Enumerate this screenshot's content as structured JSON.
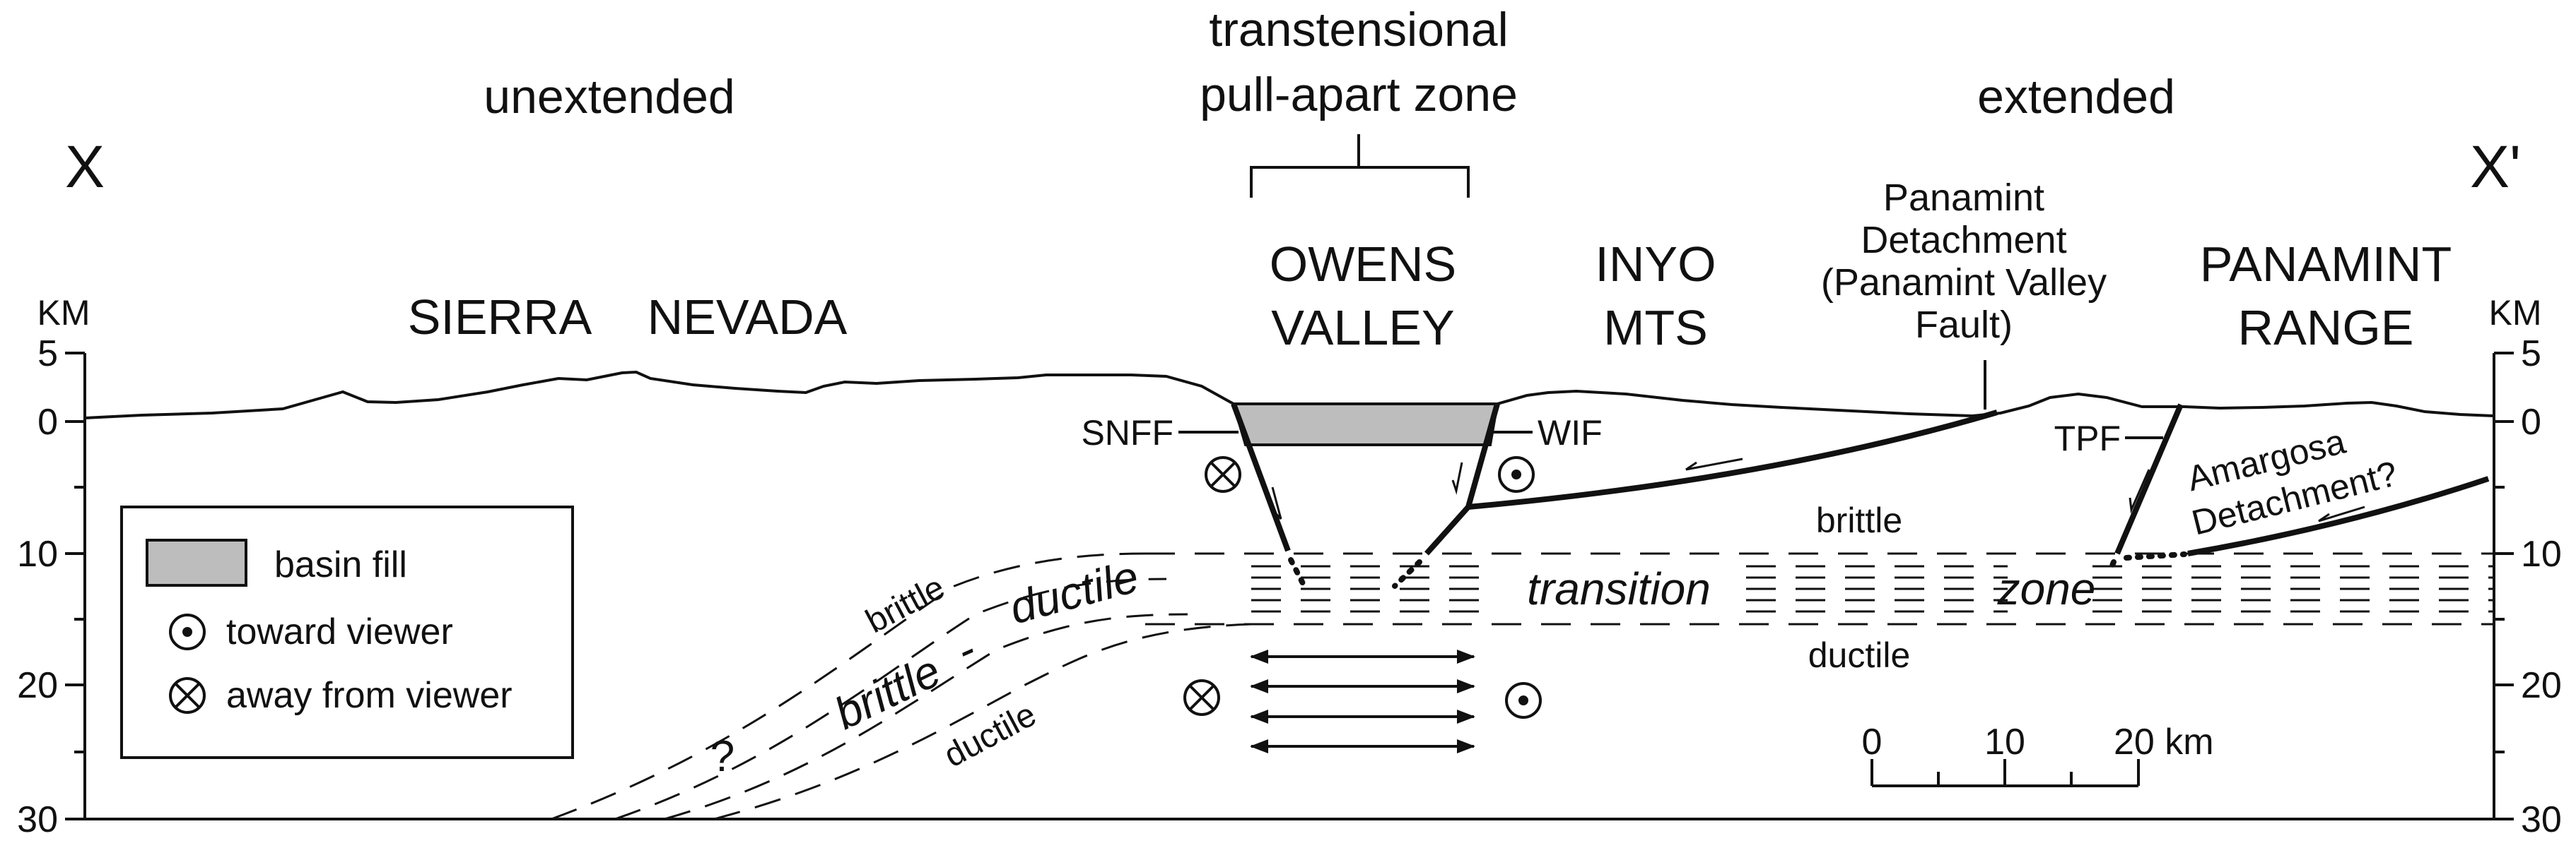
{
  "section": {
    "left_end": "X",
    "right_end": "X'",
    "zones": {
      "unextended": "unextended",
      "transtensional_line1": "transtensional",
      "transtensional_line2": "pull-apart zone",
      "extended": "extended"
    }
  },
  "places": {
    "sierra": "SIERRA",
    "nevada": "NEVADA",
    "owens_line1": "OWENS",
    "owens_line2": "VALLEY",
    "inyo_line1": "INYO",
    "inyo_line2": "MTS",
    "panamint_line1": "PANAMINT",
    "panamint_line2": "RANGE"
  },
  "faults": {
    "snff": "SNFF",
    "wif": "WIF",
    "tpf": "TPF",
    "panamint_detachment": [
      "Panamint",
      "Detachment",
      "(Panamint Valley",
      "Fault)"
    ],
    "amargosa_detachment": [
      "Amargosa",
      "Detachment?"
    ]
  },
  "depth_axis": {
    "unit": "KM",
    "ticks": [
      "5",
      "0",
      "10",
      "20",
      "30"
    ]
  },
  "crust": {
    "brittle_upper": "brittle",
    "transition": "transition",
    "zone": "zone",
    "ductile_lower": "ductile",
    "bd_brittle": "brittle",
    "bd_ductile": "ductile",
    "bd_label_brittle": "brittle",
    "bd_label_dash": "-",
    "bd_label_ductile": "ductile",
    "uncertain": "?"
  },
  "legend": {
    "basin_fill": "basin fill",
    "toward_viewer": "toward viewer",
    "away_from_viewer": "away from viewer",
    "basin_fill_color": "#bdbdbd"
  },
  "scale_bar": {
    "ticks": [
      "0",
      "10",
      "20 km"
    ]
  }
}
